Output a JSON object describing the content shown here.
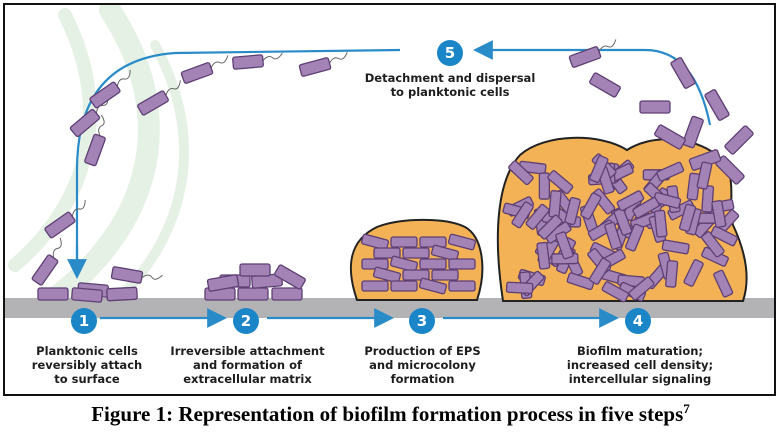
{
  "figure": {
    "caption": "Figure 1: Representation of biofilm formation process in five steps",
    "caption_ref": "7"
  },
  "steps": [
    {
      "number": "1",
      "lines": [
        "Planktonic cells",
        "reversibly attach",
        "to surface"
      ]
    },
    {
      "number": "2",
      "lines": [
        "Irreversible attachment",
        "and formation of",
        "extracellular matrix"
      ]
    },
    {
      "number": "3",
      "lines": [
        "Production of EPS",
        "and microcolony",
        "formation"
      ]
    },
    {
      "number": "4",
      "lines": [
        "Biofilm maturation;",
        "increased cell density;",
        "intercellular signaling"
      ]
    },
    {
      "number": "5",
      "lines": [
        "Detachment and dispersal",
        "to planktonic cells"
      ]
    }
  ],
  "colors": {
    "flow_arrow": "#2a8bc9",
    "step_badge": "#1a86c8",
    "cell_fill": "#a383b5",
    "cell_stroke": "#5e3f74",
    "eps_matrix": "#f2b255",
    "surface": "#b3b3b5",
    "background_swirl": "#e6f1e6"
  }
}
